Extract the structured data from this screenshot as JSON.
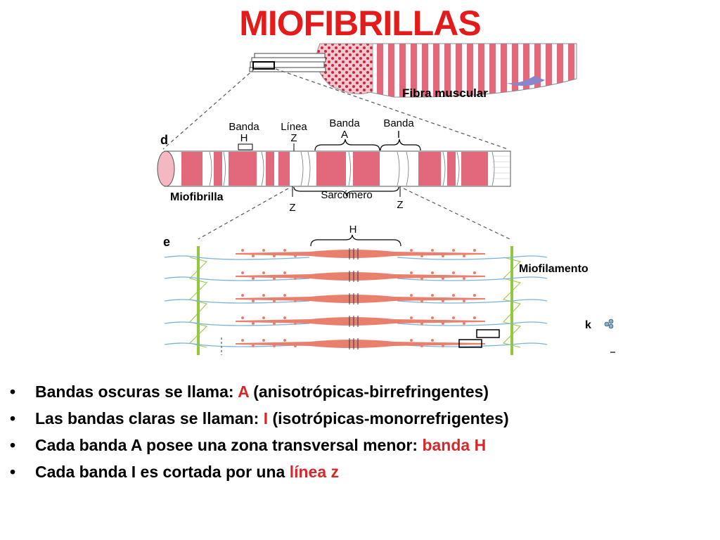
{
  "title": "MIOFIBRILLAS",
  "colors": {
    "title": "#e41b1b",
    "highlight": "#d6282b",
    "band_pink": "#e2687b",
    "filament_red": "#e9806e",
    "actin_blue": "#7bb3d8",
    "zline_green": "#93c83c"
  },
  "diagram": {
    "panel_d_letter": "d",
    "panel_e_letter": "e",
    "fibra_muscular": "Fibra muscular",
    "miofibrilla": "Miofibrilla",
    "banda_h_line1": "Banda",
    "banda_h_line2": "H",
    "linea_z_line1": "Línea",
    "linea_z_line2": "Z",
    "banda_a_line1": "Banda",
    "banda_a_line2": "A",
    "banda_i_line1": "Banda",
    "banda_i_line2": "I",
    "sarcomero": "Sarcómero",
    "z_left": "Z",
    "z_right": "Z",
    "h_top": "H",
    "miofilamento": "Miofilamento",
    "k_letter": "k"
  },
  "bullets": [
    {
      "text": "Bandas oscuras se llama:  ",
      "highlight": "A",
      "rest": " (anisotrópicas-birrefringentes)"
    },
    {
      "text": "Las bandas claras se llaman:  ",
      "highlight": "I",
      "rest": " (isotrópicas-monorrefrigentes)"
    },
    {
      "text": "Cada banda A posee una zona transversal menor:  ",
      "highlight": "banda H",
      "rest": ""
    },
    {
      "text": "Cada banda I es cortada por una ",
      "highlight": "línea z",
      "rest": ""
    }
  ],
  "bullet_symbol": "•"
}
